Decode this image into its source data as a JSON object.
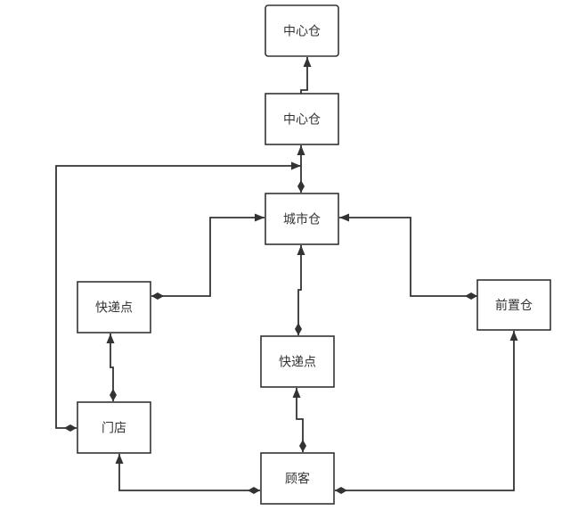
{
  "diagram": {
    "type": "flowchart",
    "colors": {
      "line": "#333333",
      "box_fill": "#ffffff",
      "text": "#333333"
    },
    "nodes": [
      {
        "id": "central_top",
        "label": "中心仓",
        "rounded": true
      },
      {
        "id": "central",
        "label": "中心仓",
        "rounded": false
      },
      {
        "id": "city",
        "label": "城市仓",
        "rounded": false
      },
      {
        "id": "courier_left",
        "label": "快递点",
        "rounded": false
      },
      {
        "id": "front",
        "label": "前置仓",
        "rounded": false
      },
      {
        "id": "courier_mid",
        "label": "快递点",
        "rounded": false
      },
      {
        "id": "store",
        "label": "门店",
        "rounded": false
      },
      {
        "id": "customer",
        "label": "顾客",
        "rounded": false
      }
    ],
    "edges": [
      {
        "from": "central",
        "to": "central_top",
        "start": "none",
        "end": "arrow"
      },
      {
        "from": "city",
        "to": "central",
        "start": "diamond",
        "end": "arrow"
      },
      {
        "from": "store",
        "to": "central",
        "start": "diamond",
        "end": "arrow"
      },
      {
        "from": "courier_left",
        "to": "city",
        "start": "diamond",
        "end": "arrow"
      },
      {
        "from": "front",
        "to": "city",
        "start": "diamond",
        "end": "arrow"
      },
      {
        "from": "courier_mid",
        "to": "city",
        "start": "diamond",
        "end": "arrow"
      },
      {
        "from": "store",
        "to": "courier_left",
        "start": "diamond",
        "end": "arrow"
      },
      {
        "from": "customer",
        "to": "courier_mid",
        "start": "diamond",
        "end": "arrow"
      },
      {
        "from": "customer",
        "to": "store",
        "start": "diamond",
        "end": "arrow"
      },
      {
        "from": "customer",
        "to": "front",
        "start": "diamond",
        "end": "arrow"
      }
    ]
  }
}
